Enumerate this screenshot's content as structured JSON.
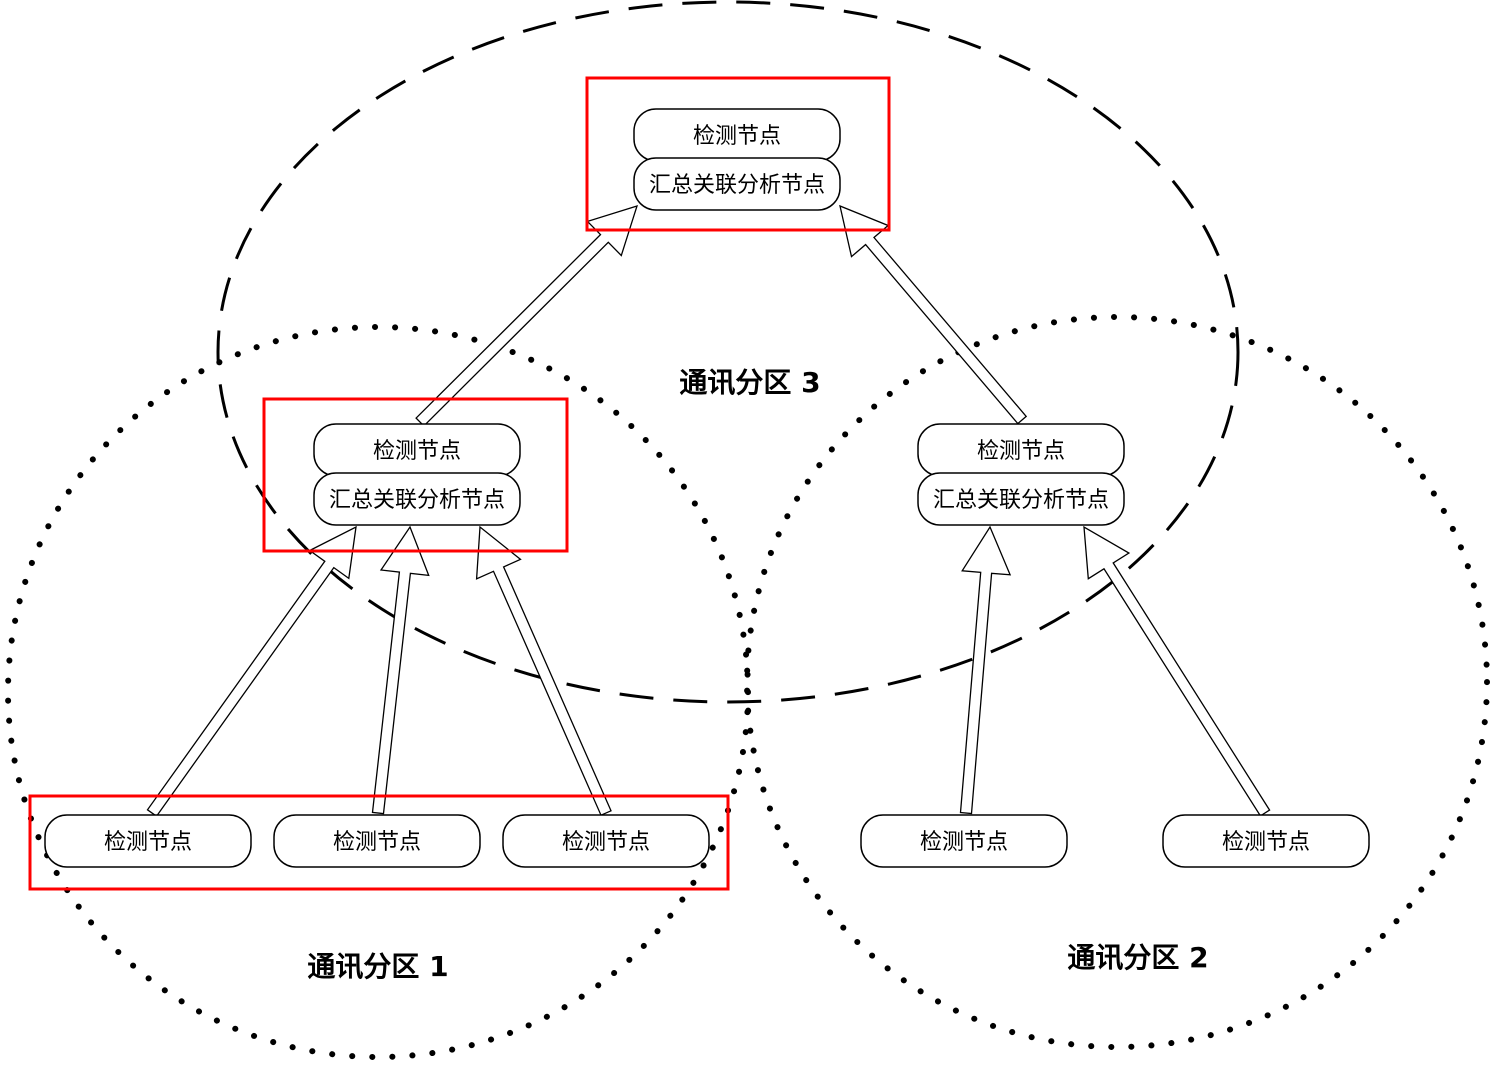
{
  "colors": {
    "highlight": "#ff0000",
    "outline": "#000000",
    "node_fill": "#ffffff",
    "background": "#ffffff"
  },
  "zones": {
    "zone1": {
      "label": "通讯分区 1",
      "border": "dotted"
    },
    "zone2": {
      "label": "通讯分区 2",
      "border": "dotted"
    },
    "zone3": {
      "label": "通讯分区 3",
      "border": "dashed"
    }
  },
  "nodes": {
    "top": {
      "detect": "检测节点",
      "aggregate": "汇总关联分析节点",
      "highlighted": true
    },
    "mid_left": {
      "detect": "检测节点",
      "aggregate": "汇总关联分析节点",
      "highlighted": true
    },
    "mid_right": {
      "detect": "检测节点",
      "aggregate": "汇总关联分析节点",
      "highlighted": false
    },
    "bottom": [
      {
        "detect": "检测节点",
        "highlighted": true
      },
      {
        "detect": "检测节点",
        "highlighted": true
      },
      {
        "detect": "检测节点",
        "highlighted": true
      },
      {
        "detect": "检测节点",
        "highlighted": false
      },
      {
        "detect": "检测节点",
        "highlighted": false
      }
    ]
  },
  "connections": [
    {
      "from": "mid_left",
      "to": "top"
    },
    {
      "from": "mid_right",
      "to": "top"
    },
    {
      "from": "bottom.0",
      "to": "mid_left"
    },
    {
      "from": "bottom.1",
      "to": "mid_left"
    },
    {
      "from": "bottom.2",
      "to": "mid_left"
    },
    {
      "from": "bottom.3",
      "to": "mid_right"
    },
    {
      "from": "bottom.4",
      "to": "mid_right"
    }
  ]
}
